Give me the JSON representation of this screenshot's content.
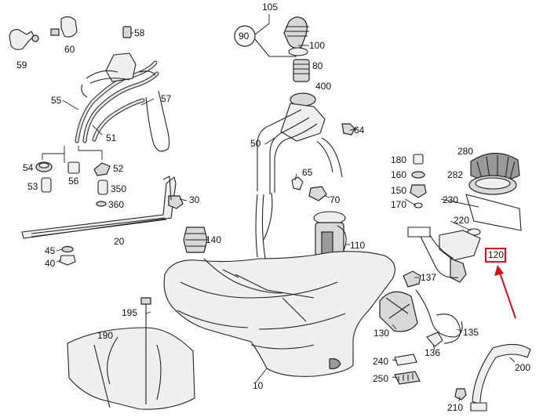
{
  "labels": {
    "l105": "105",
    "l90": "90",
    "l100": "100",
    "l80": "80",
    "l400": "400",
    "l58": "58",
    "l59": "59",
    "l60": "60",
    "l55": "55",
    "l57": "57",
    "l51": "51",
    "l64": "64",
    "l50": "50",
    "l54": "54",
    "l56": "56",
    "l52": "52",
    "l53": "53",
    "l350": "350",
    "l360": "360",
    "l65": "65",
    "l70": "70",
    "l30": "30",
    "l180": "180",
    "l160": "160",
    "l150": "150",
    "l170": "170",
    "l280": "280",
    "l282": "282",
    "l230": "230",
    "l220": "220",
    "l120": "120",
    "l140": "140",
    "l110": "110",
    "l20": "20",
    "l45": "45",
    "l40": "40",
    "l137": "137",
    "l195": "195",
    "l130": "130",
    "l135": "135",
    "l136": "136",
    "l190": "190",
    "l240": "240",
    "l250": "250",
    "l200": "200",
    "l210": "210",
    "l10": "10"
  },
  "highlight": {
    "color": "#d6101a",
    "target_label": "120"
  }
}
